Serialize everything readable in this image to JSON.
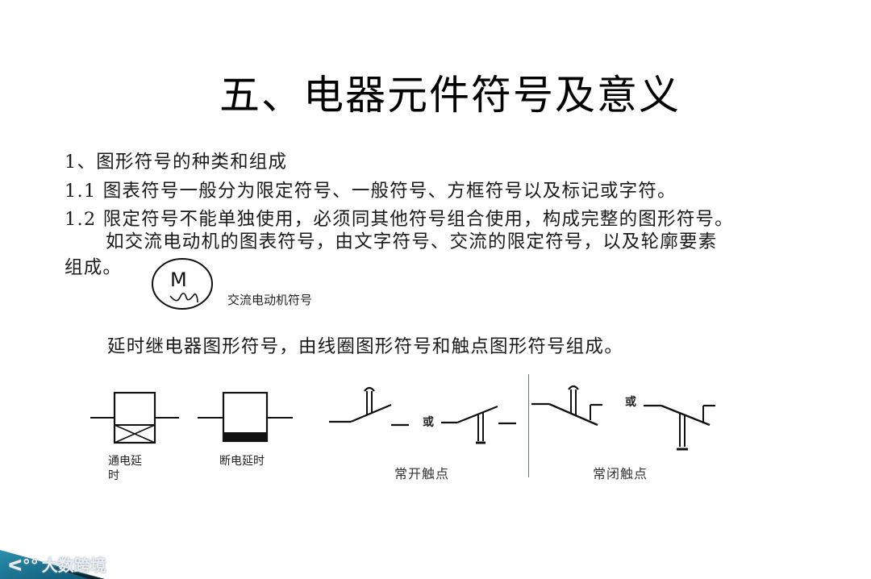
{
  "slide": {
    "title": "五、电器元件符号及意义",
    "lines": [
      "1、图形符号的种类和组成",
      "1.1 图表符号一般分为限定符号、一般符号、方框符号以及标记或字符。",
      "1.2 限定符号不能单独使用，必须同其他符号组合使用，构成完整的图形符号。",
      "如交流电动机的图表符号，由文字符号、交流的限定符号，以及轮廓要素",
      "组成。"
    ],
    "motor_symbol": {
      "letter": "M",
      "caption": "交流电动机符号"
    },
    "relay_intro": "延时继电器图形符号，由线圈图形符号和触点图形符号组成。",
    "coil_symbols": [
      {
        "caption_line1": "通电延",
        "caption_line2": "时"
      },
      {
        "caption": "断电延时"
      }
    ],
    "contacts": {
      "or_label": "或",
      "normally_open_caption": "常开触点",
      "normally_closed_caption": "常闭触点"
    }
  },
  "watermark": {
    "logo_text": "大数跨境",
    "accent_color": "#1a7a9a"
  }
}
